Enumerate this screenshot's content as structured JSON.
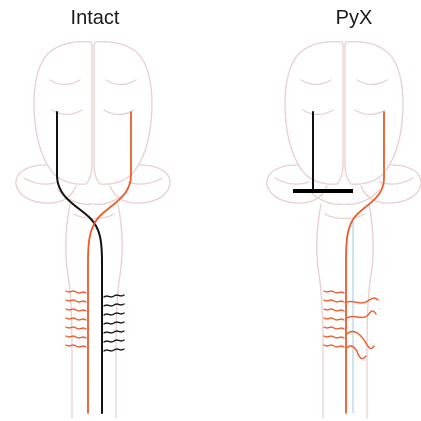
{
  "panels": [
    {
      "id": "intact",
      "title": "Intact"
    },
    {
      "id": "pyx",
      "title": "PyX"
    }
  ],
  "colors": {
    "brain_outline": "#e8cfcf",
    "tract_black": "#111111",
    "tract_orange": "#ee5a2a",
    "lesion_bar": "#000000",
    "midline_blue": "#9cc8dc"
  }
}
